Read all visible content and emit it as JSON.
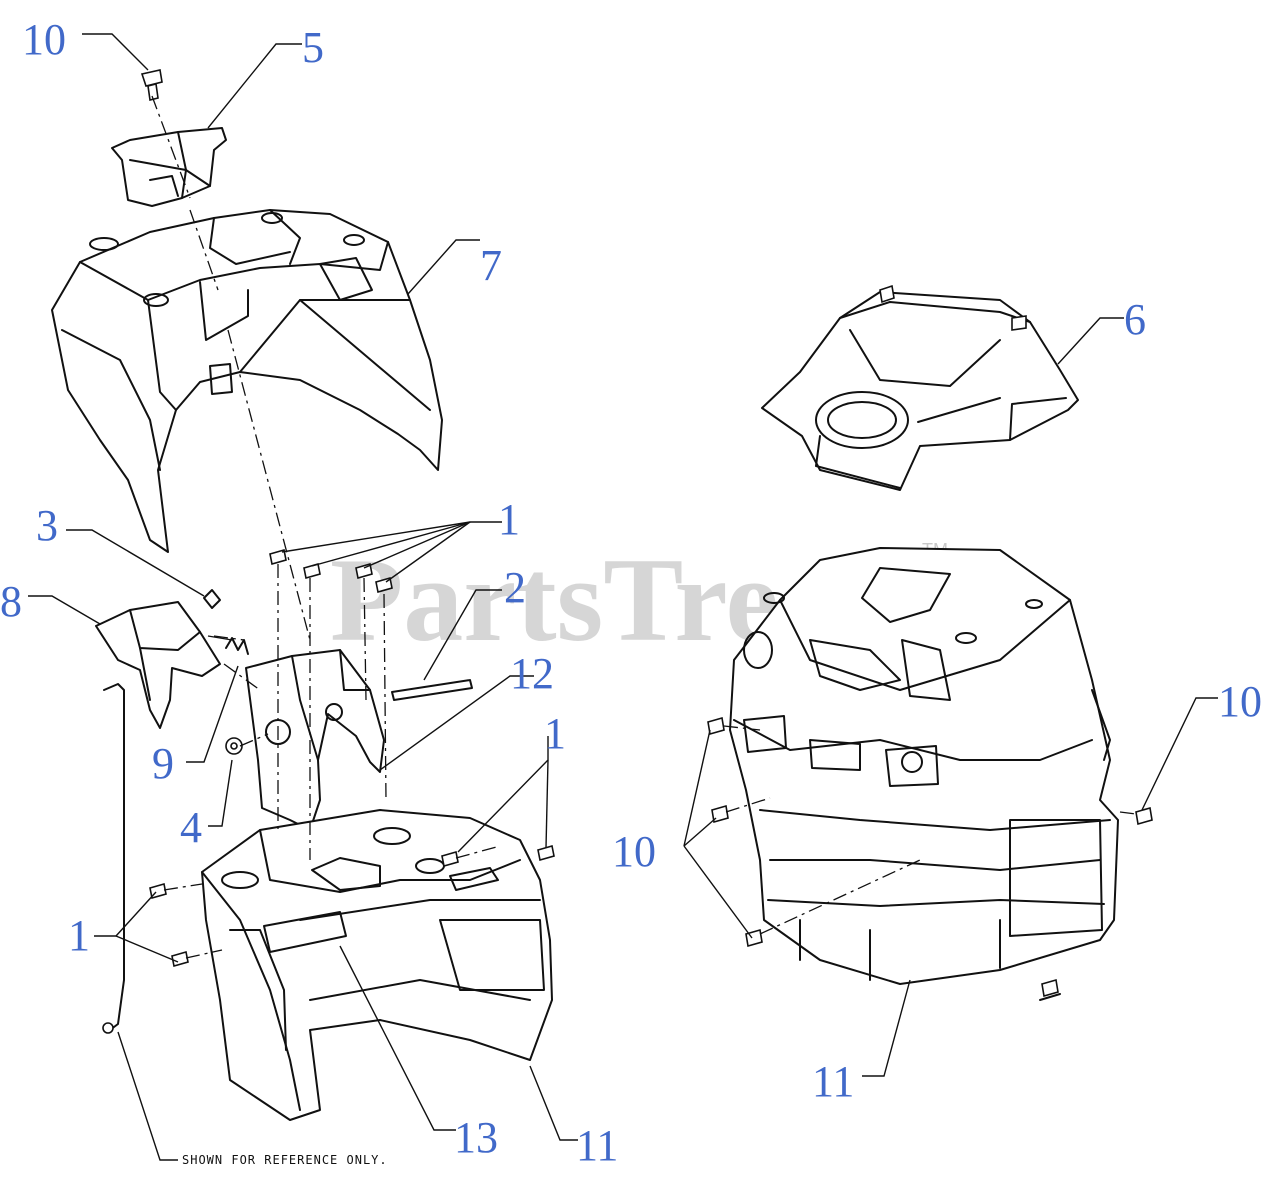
{
  "watermark": "PartsTree",
  "trademark": "TM",
  "note": "SHOWN FOR REFERENCE ONLY.",
  "colors": {
    "callout": "#4169c9",
    "linework": "#111111",
    "watermark": "#c9c9c9"
  },
  "callouts": {
    "c10_top": "10",
    "c5": "5",
    "c7": "7",
    "c6": "6",
    "c3": "3",
    "c1_top": "1",
    "c2": "2",
    "c8": "8",
    "c12": "12",
    "c10_right": "10",
    "c9": "9",
    "c1_mid": "1",
    "c4": "4",
    "c10_left": "10",
    "c1_left": "1",
    "c13": "13",
    "c11_left": "11",
    "c11_right": "11"
  }
}
